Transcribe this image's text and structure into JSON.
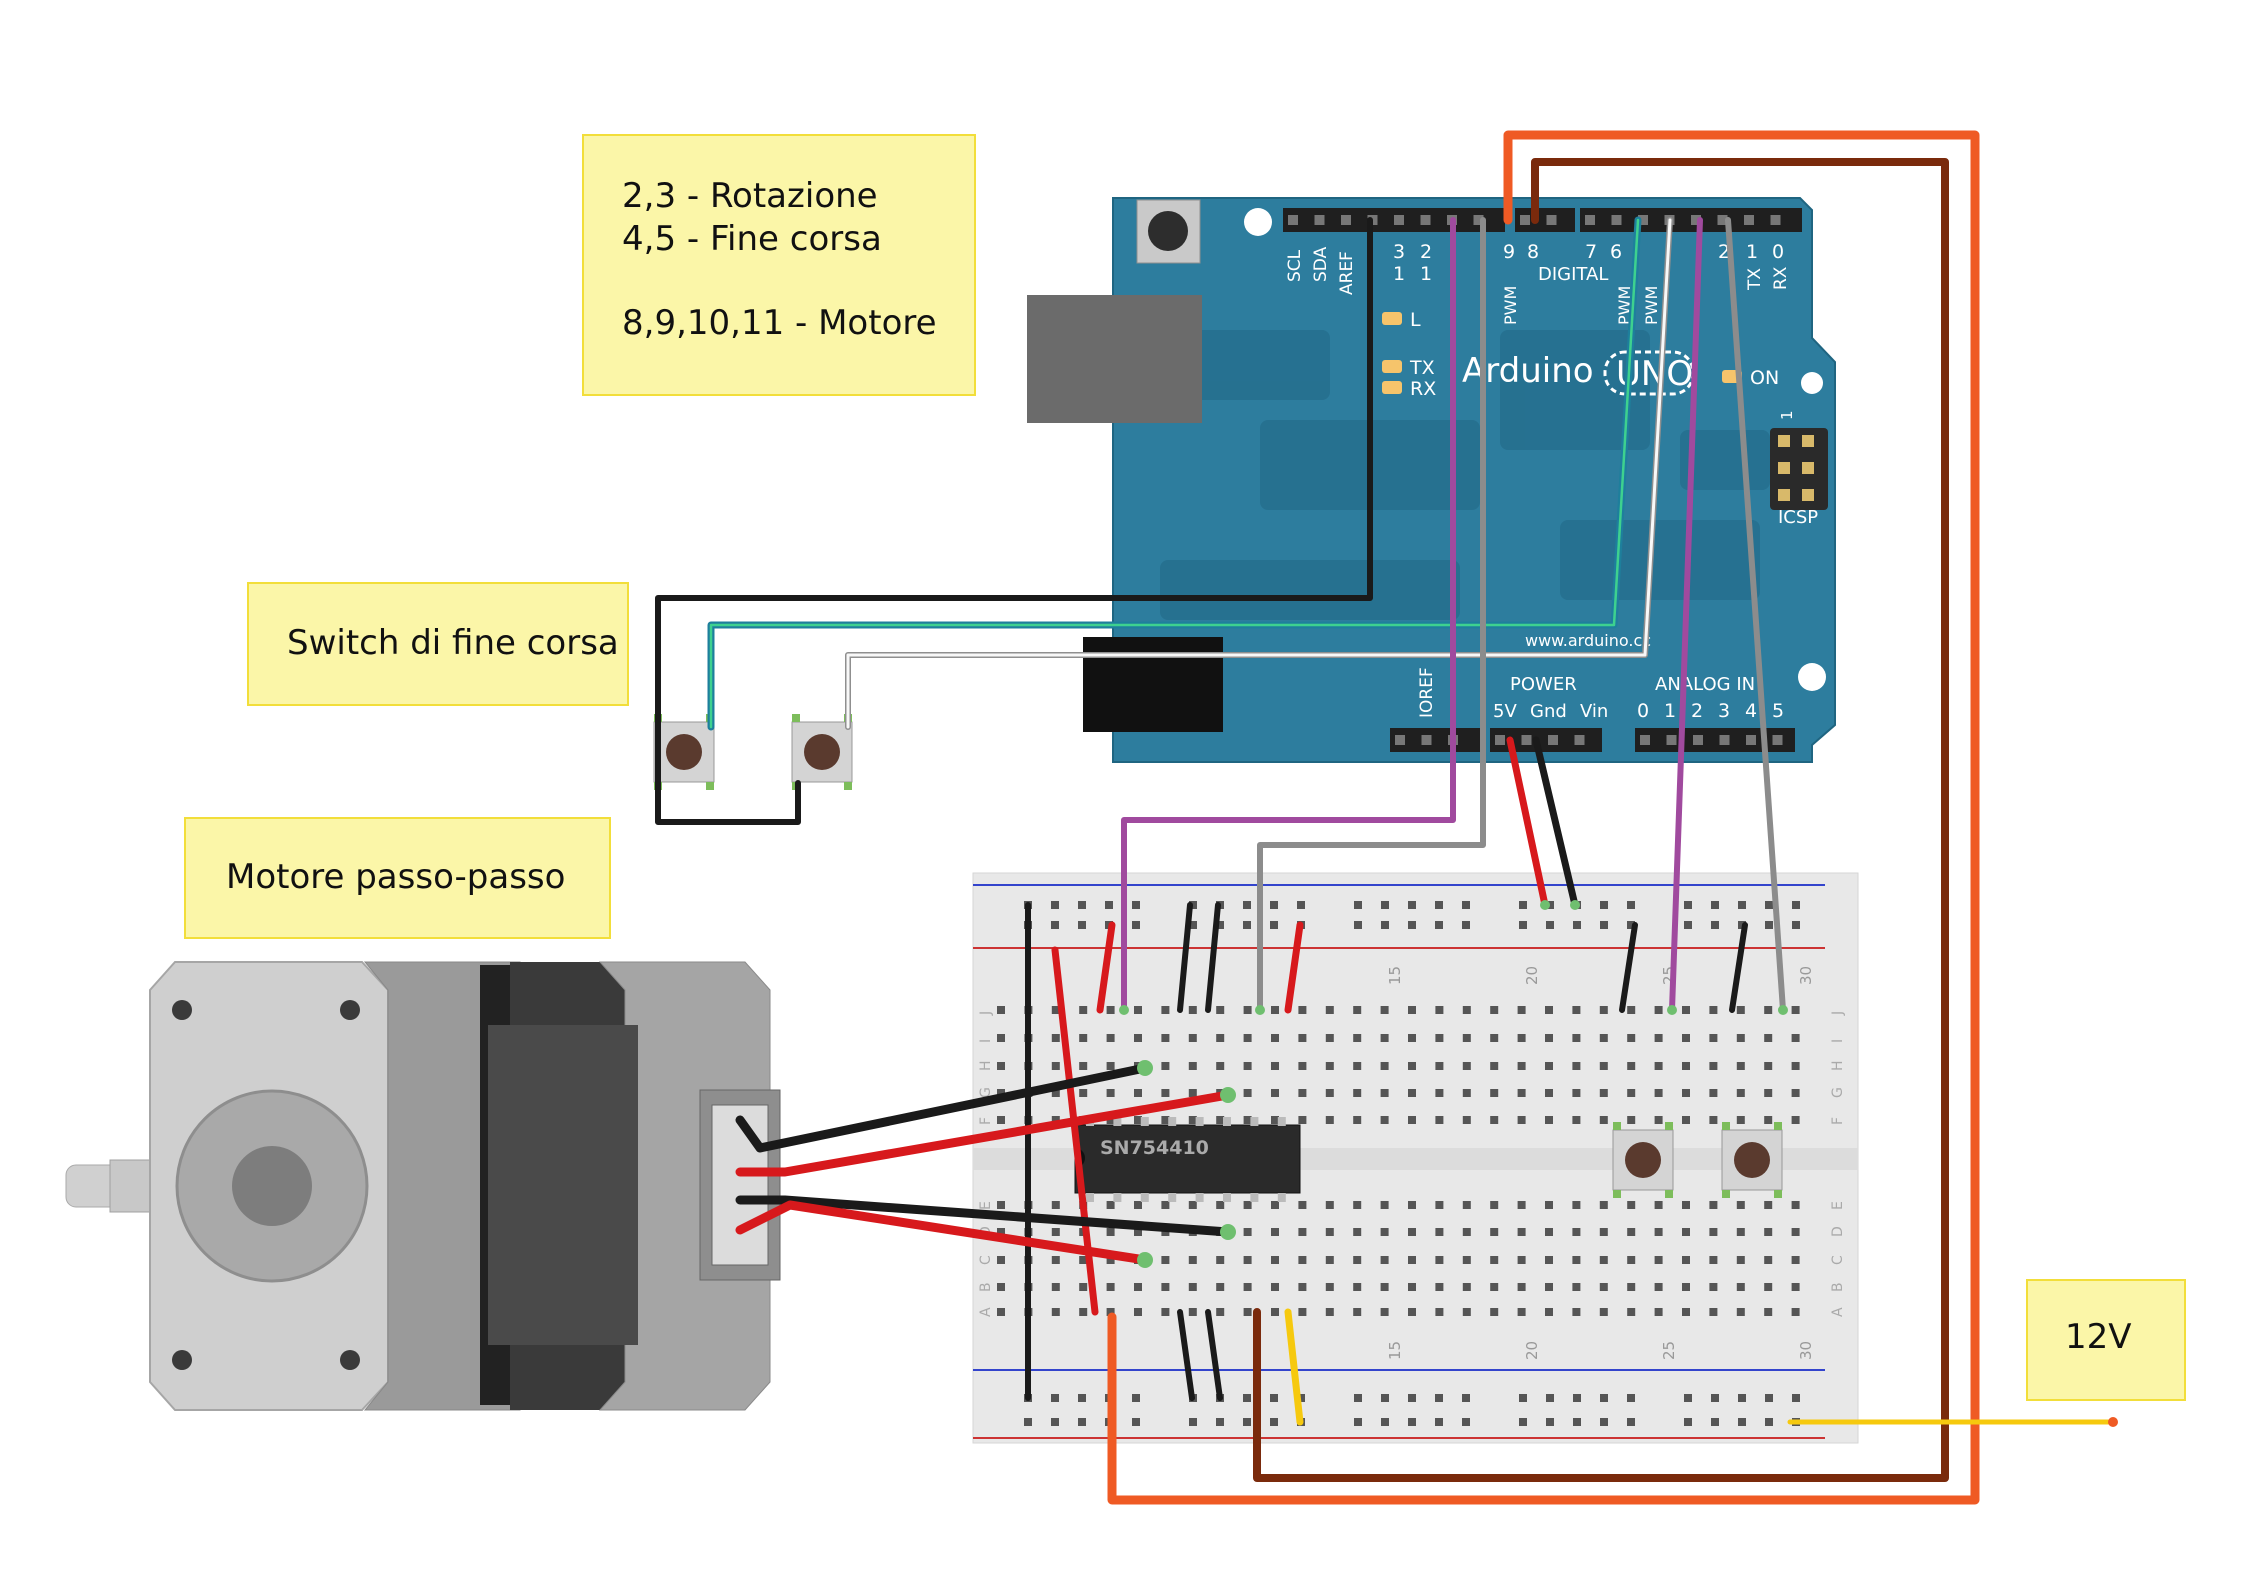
{
  "notes": {
    "pins": {
      "line1": "2,3 - Rotazione",
      "line2": "4,5 - Fine corsa",
      "line3": "8,9,10,11 - Motore"
    },
    "switch": "Switch di fine corsa",
    "motor": "Motore passo-passo",
    "power": "12V"
  },
  "arduino": {
    "brand": "Arduino",
    "model": "UNO",
    "url": "www.arduino.cc",
    "digital": "DIGITAL",
    "power": "POWER",
    "analog": "ANALOG IN",
    "icsp": "ICSP",
    "icsp_pin": "1",
    "on": "ON",
    "led_l": "L",
    "led_tx": "TX",
    "led_rx": "RX",
    "pwm": "PWM",
    "top_labels": [
      "SCL",
      "SDA",
      "AREF",
      "TX",
      "RX"
    ],
    "top_numbers": [
      "3",
      "2",
      "9",
      "8",
      "7",
      "6",
      "2",
      "1",
      "0"
    ],
    "top_numbers2": [
      "1",
      "1"
    ],
    "bottom_labels": [
      "IOREF",
      "5V",
      "Gnd",
      "Vin"
    ],
    "analog_numbers": [
      "0",
      "1",
      "2",
      "3",
      "4",
      "5"
    ]
  },
  "chip": {
    "label": "SN754410"
  },
  "breadboard": {
    "col_numbers": [
      "15",
      "20",
      "25",
      "30"
    ],
    "row_letters_top": [
      "J",
      "I",
      "H",
      "G",
      "F"
    ],
    "row_letters_bottom": [
      "E",
      "D",
      "C",
      "B",
      "A"
    ]
  },
  "colors": {
    "arduino_board": "#2d7d9e",
    "wire_orange": "#ef5a24",
    "wire_brown": "#7a2a0c",
    "wire_purple": "#a04a9e",
    "wire_gray": "#8c8c8c",
    "wire_red": "#d7191c",
    "wire_black": "#1a1a1a",
    "wire_yellow": "#f6c90e",
    "wire_cyan": "#22a8a0",
    "note_fill": "#fbf6a8"
  }
}
